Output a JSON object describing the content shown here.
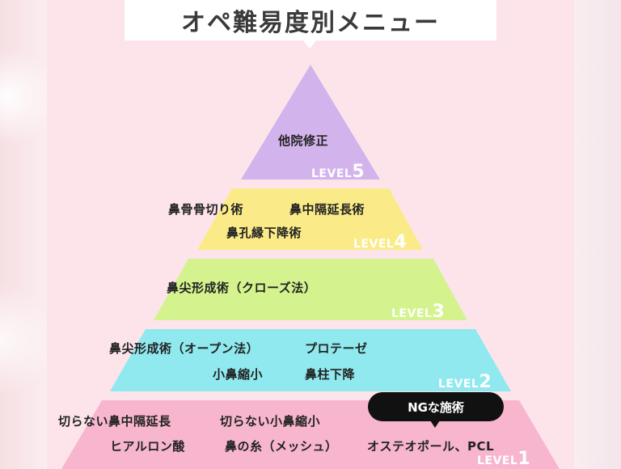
{
  "title": "オペ難易度別メニュー",
  "pyramid": {
    "level5": {
      "label": "LEVEL",
      "num": "5",
      "items": [
        "他院修正"
      ]
    },
    "level4": {
      "label": "LEVEL",
      "num": "4",
      "items": [
        "鼻骨骨切り術",
        "鼻中隔延長術",
        "鼻孔縁下降術"
      ]
    },
    "level3": {
      "label": "LEVEL",
      "num": "3",
      "items": [
        "鼻尖形成術（クローズ法）"
      ]
    },
    "level2": {
      "label": "LEVEL",
      "num": "2",
      "items": [
        "鼻尖形成術（オープン法）",
        "プロテーゼ",
        "小鼻縮小",
        "鼻柱下降"
      ]
    },
    "level1": {
      "label": "LEVEL",
      "num": "1",
      "items": [
        "切らない鼻中隔延長",
        "切らない小鼻縮小",
        "ヒアルロン酸",
        "鼻の糸（メッシュ）",
        "オステオポール、PCL"
      ]
    }
  },
  "ng_bubble": "NGな施術",
  "colors": {
    "level5": "#d3b3ec",
    "level4": "#faeb88",
    "level3": "#d4f38e",
    "level2": "#8fe9ee",
    "level1": "#f7b6cd",
    "background": "#fde4eb"
  }
}
